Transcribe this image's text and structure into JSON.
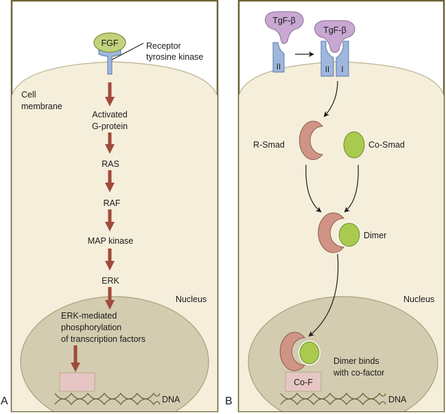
{
  "colors": {
    "panel_border": "#6b6336",
    "cytoplasm": "#f5eedb",
    "nucleus": "#d4ccb0",
    "nucleus_border": "#a89f78",
    "arrow_red": "#a04a3c",
    "receptor_blue": "#9fb7dc",
    "receptor_border": "#5a79a8",
    "ligand_green": "#c2d37c",
    "ligand_green_border": "#7d8d3a",
    "tgf_purple": "#c8a8d2",
    "tgf_border": "#8a6c95",
    "rsmad_pink": "#cf9484",
    "cosmad_green": "#a9c94f",
    "box_pink": "#e6c6c4",
    "dna": "#6b6336"
  },
  "panel_a": {
    "letter": "A",
    "ligand": "FGF",
    "receptor_label_line1": "Receptor",
    "receptor_label_line2": "tyrosine kinase",
    "membrane_label_line1": "Cell",
    "membrane_label_line2": "membrane",
    "steps": [
      {
        "line1": "Activated",
        "line2": "G-protein"
      },
      {
        "line1": "RAS"
      },
      {
        "line1": "RAF"
      },
      {
        "line1": "MAP kinase"
      },
      {
        "line1": "ERK"
      }
    ],
    "nucleus_label": "Nucleus",
    "nuclear_step_line1": "ERK-mediated",
    "nuclear_step_line2": "phosphorylation",
    "nuclear_step_line3": "of transcription factors",
    "dna_label": "DNA"
  },
  "panel_b": {
    "letter": "B",
    "ligand": "TgF-β",
    "ligand_bound": "TgF-β",
    "receptor_ii": "II",
    "receptor_ii_bound": "II",
    "receptor_i": "I",
    "rsmad_label": "R-Smad",
    "cosmad_label": "Co-Smad",
    "dimer_label": "Dimer",
    "nucleus_label": "Nucleus",
    "binds_line1": "Dimer binds",
    "binds_line2": "with co-factor",
    "cofactor_label": "Co-F",
    "dna_label": "DNA"
  }
}
